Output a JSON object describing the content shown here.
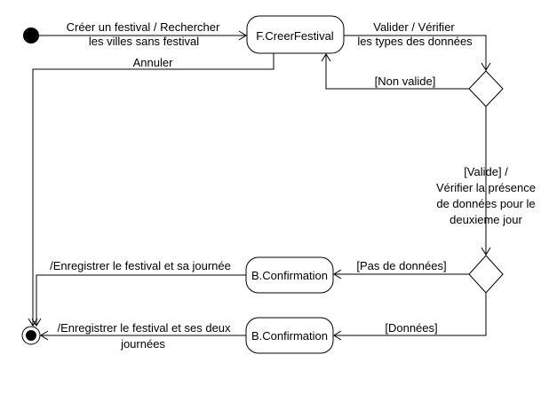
{
  "states": {
    "creer_festival": "F.CreerFestival",
    "confirmation_1": "B.Confirmation",
    "confirmation_2": "B.Confirmation"
  },
  "transitions": {
    "start_line1": "Créer un festival / Rechercher",
    "start_line2": "les villes sans festival",
    "valider_line1": "Valider / Vérifier",
    "valider_line2": "les types des données",
    "annuler": "Annuler",
    "non_valide": "[Non valide]",
    "valide_line1": "[Valide] /",
    "valide_line2": "Vérifier la présence",
    "valide_line3": "de données pour le",
    "valide_line4": "deuxieme jour",
    "pas_de_donnees": "[Pas de données]",
    "donnees": "[Données]",
    "enregistrer_journee": "/Enregistrer le festival et sa journée",
    "enregistrer_deux_line1": "/Enregistrer le festival et ses deux",
    "enregistrer_deux_line2": "journées"
  }
}
